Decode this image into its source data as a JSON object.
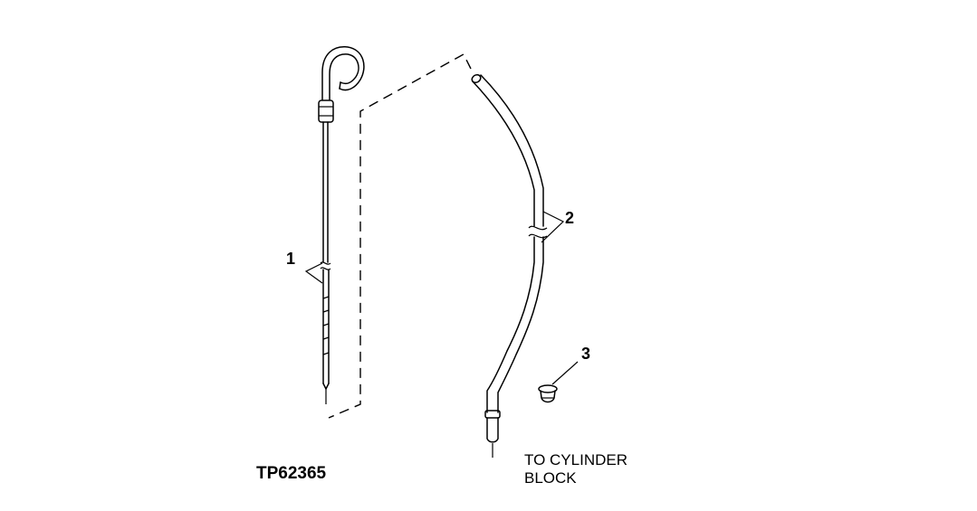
{
  "callouts": {
    "dipstick": "1",
    "dipstick_tube": "2",
    "plug": "3"
  },
  "note": {
    "line1": "TO CYLINDER",
    "line2": "BLOCK"
  },
  "figure_id": "TP62365"
}
